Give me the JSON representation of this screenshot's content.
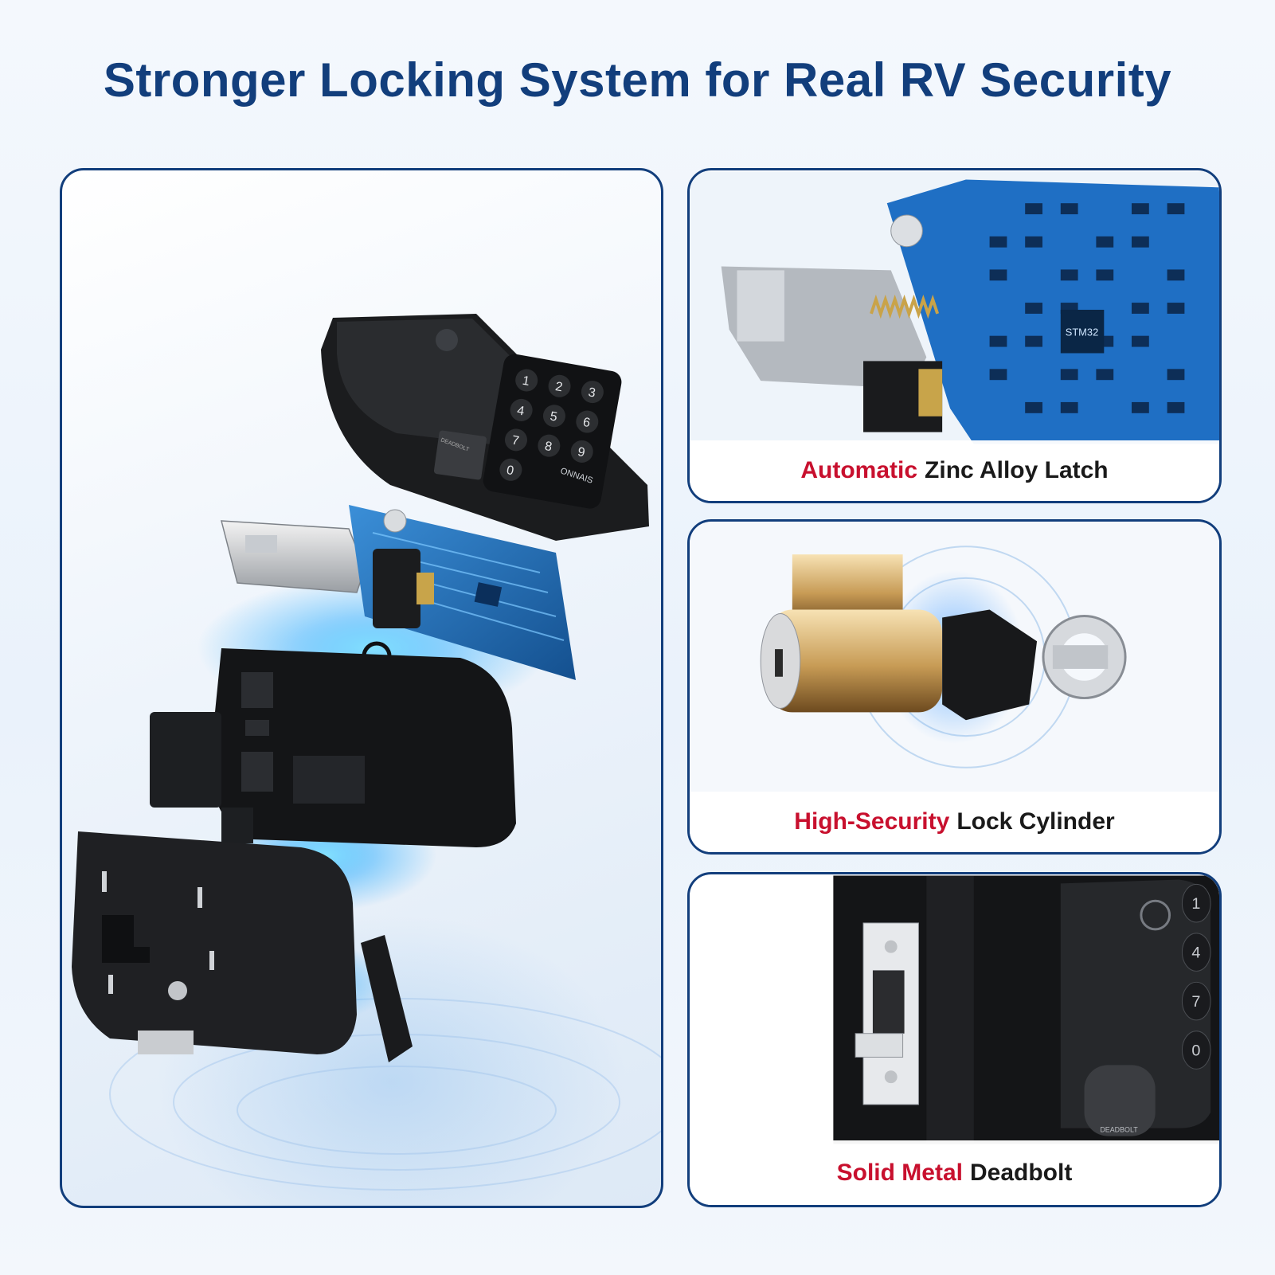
{
  "headline": "Stronger Locking System for Real RV Security",
  "colors": {
    "headline": "#123e7c",
    "panel_border": "#123e7c",
    "caption_accent": "#c8102e",
    "caption_text": "#1a1a1a",
    "glow": "#1ea8ff"
  },
  "exploded_view": {
    "keypad_digits": [
      "1",
      "2",
      "3",
      "4",
      "5",
      "6",
      "7",
      "8",
      "9",
      "0"
    ],
    "brand_print": "ONNAIS",
    "deadbolt_tab_print": "DEADBOLT"
  },
  "features": [
    {
      "accent": "Automatic",
      "label": "Zinc Alloy Latch",
      "chip_print": "STM32"
    },
    {
      "accent": "High-Security",
      "label": "Lock Cylinder"
    },
    {
      "accent": "Solid Metal",
      "label": "Deadbolt",
      "keypad_digits": [
        "1",
        "4",
        "7",
        "0"
      ],
      "tab_print": "DEADBOLT"
    }
  ]
}
